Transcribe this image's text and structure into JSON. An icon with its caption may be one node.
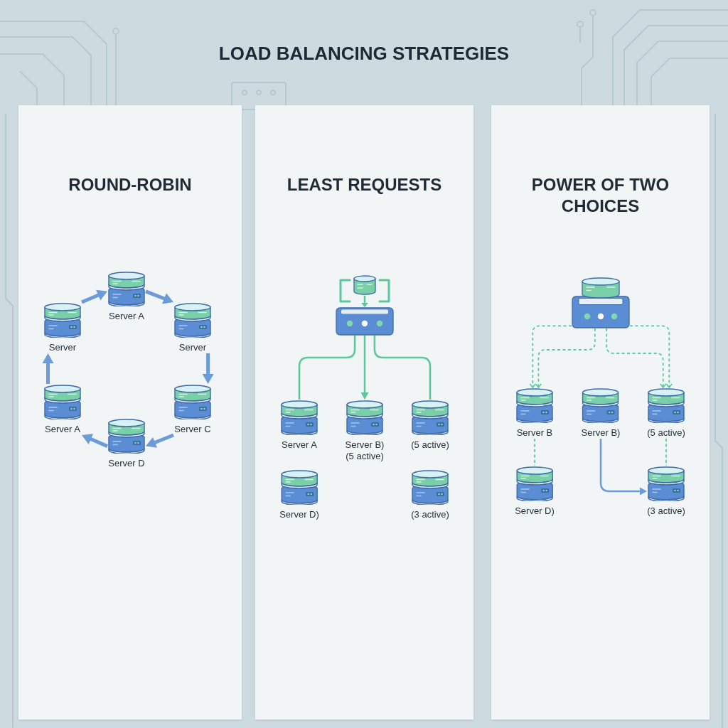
{
  "diagram": {
    "title": "LOAD BALANCING STRATEGIES",
    "nodes": [
      {
        "text": [
          "ROUND-ROBIN"
        ]
      },
      {
        "text": [
          "Server A"
        ],
        "in": 0
      },
      {
        "text": [
          "Server"
        ],
        "in": 0
      },
      {
        "text": [
          "Server"
        ],
        "in": 0
      },
      {
        "text": [
          "Server A"
        ],
        "in": 0
      },
      {
        "text": [
          "Server C"
        ],
        "in": 0
      },
      {
        "text": [
          "Server D"
        ],
        "in": 0
      },
      {
        "text": [
          "LEAST REQUESTS"
        ]
      },
      {
        "text": [],
        "shape": "picture",
        "in": 7
      },
      {
        "text": [
          "Server A"
        ],
        "in": 7
      },
      {
        "text": [
          "Server B) (5 active)"
        ],
        "in": 7
      },
      {
        "text": [
          "(5 active)"
        ],
        "in": 7
      },
      {
        "text": [
          "Server D)"
        ],
        "in": 7
      },
      {
        "text": [
          "(3 active)"
        ],
        "in": 7
      },
      {
        "text": [
          "POWER OF TWO CHOICES"
        ]
      },
      {
        "text": [],
        "shape": "picture",
        "in": 14
      },
      {
        "text": [
          "Server B"
        ],
        "in": 14
      },
      {
        "text": [
          "Server B)"
        ],
        "in": 14
      },
      {
        "text": [
          "(5 active)"
        ],
        "in": 14
      },
      {
        "text": [
          "Server D)"
        ],
        "in": 14
      },
      {
        "text": [
          "(3 active)"
        ],
        "in": 14
      }
    ],
    "edges": [
      {
        "from": 2,
        "to": 1,
        "arrow": "to",
        "style": "thick",
        "color": "#6b9bd8"
      },
      {
        "from": 1,
        "to": 3,
        "arrow": "to",
        "style": "thick",
        "color": "#6b9bd8"
      },
      {
        "from": 3,
        "to": 5,
        "arrow": "to",
        "style": "thick",
        "color": "#6b9bd8"
      },
      {
        "from": 5,
        "to": 6,
        "arrow": "to",
        "style": "thick",
        "color": "#6b9bd8"
      },
      {
        "from": 6,
        "to": 4,
        "arrow": "to",
        "style": "thick",
        "color": "#6b9bd8"
      },
      {
        "from": 4,
        "to": 2,
        "arrow": "to",
        "style": "thick",
        "color": "#6b9bd8"
      },
      {
        "from": 8,
        "to": 9,
        "arrow": "none"
      },
      {
        "from": 8,
        "to": 10,
        "arrow": "to"
      },
      {
        "from": 8,
        "to": 11,
        "arrow": "none"
      },
      {
        "from": 15,
        "to": 16,
        "arrow": "to",
        "style": "dashed"
      },
      {
        "from": 15,
        "to": 16,
        "arrow": "to",
        "style": "dashed"
      },
      {
        "from": 15,
        "to": 18,
        "arrow": "to",
        "style": "dashed"
      },
      {
        "from": 15,
        "to": 18,
        "arrow": "to",
        "style": "dashed"
      },
      {
        "from": 16,
        "to": 19,
        "arrow": "none",
        "style": "dashed"
      },
      {
        "from": 18,
        "to": 20,
        "arrow": "none",
        "style": "dashed"
      },
      {
        "from": 17,
        "to": 20,
        "arrow": "to",
        "color": "#6b9bd8"
      }
    ]
  }
}
